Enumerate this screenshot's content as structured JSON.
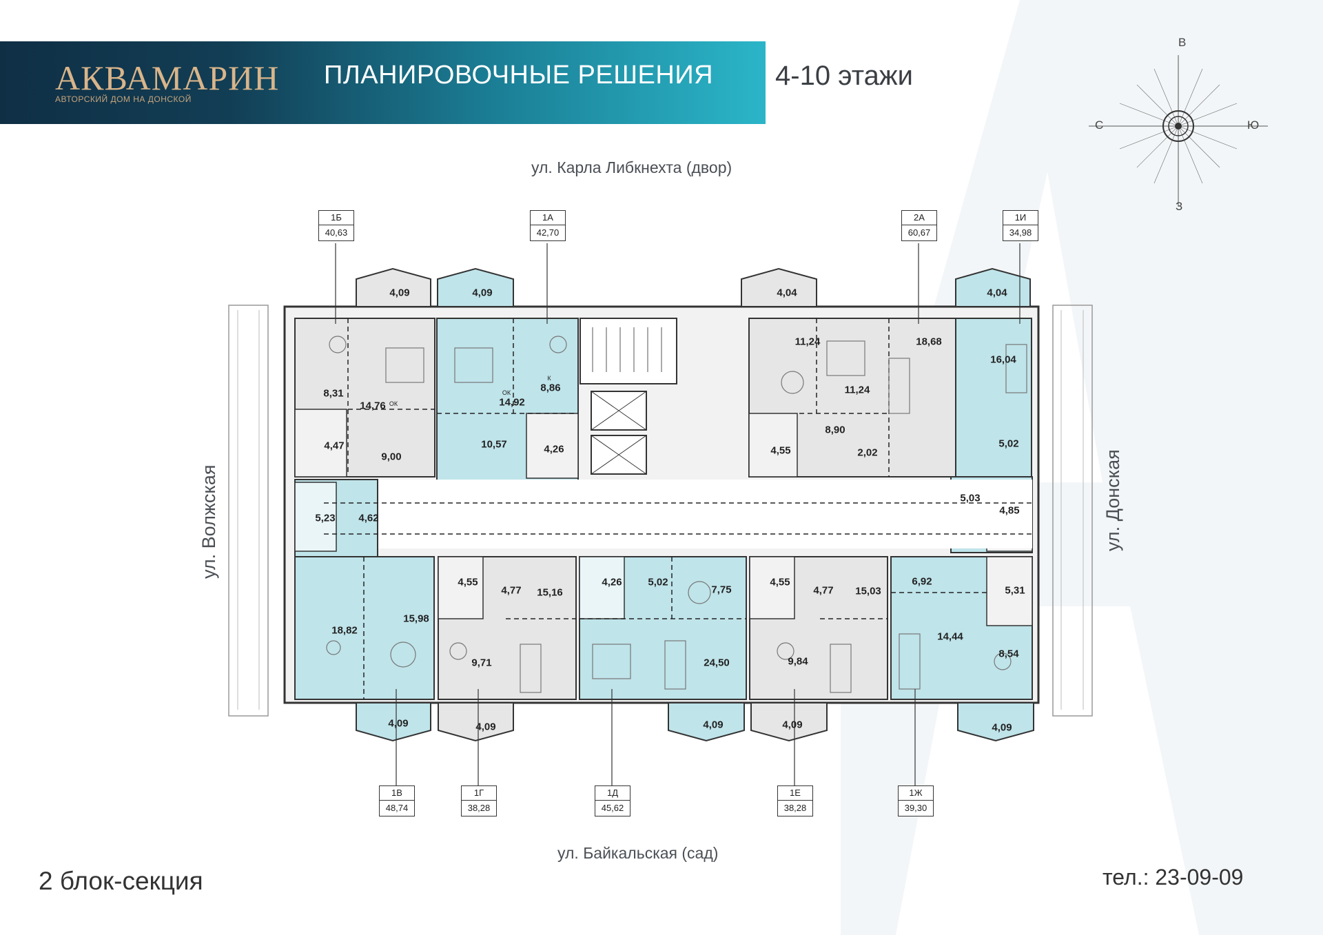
{
  "brand": {
    "name": "АКВАМАРИН",
    "subtitle": "АВТОРСКИЙ ДОМ НА ДОНСКОЙ"
  },
  "banner_title": "ПЛАНИРОВОЧНЫЕ РЕШЕНИЯ",
  "floors": "4-10 этажи",
  "streets": {
    "top": "ул. Карла Либкнехта (двор)",
    "bottom": "ул. Байкальская (сад)",
    "left": "ул. Волжская",
    "right": "ул. Донская"
  },
  "compass": {
    "north": "В",
    "south": "З",
    "west": "С",
    "east": "Ю"
  },
  "section": "2 блок-секция",
  "phone": "тел.: 23-09-09",
  "apartments": [
    {
      "code": "1Б",
      "area": "40,63"
    },
    {
      "code": "1А",
      "area": "42,70"
    },
    {
      "code": "2А",
      "area": "60,67"
    },
    {
      "code": "1И",
      "area": "34,98"
    },
    {
      "code": "1В",
      "area": "48,74"
    },
    {
      "code": "1Г",
      "area": "38,28"
    },
    {
      "code": "1Д",
      "area": "45,62"
    },
    {
      "code": "1Е",
      "area": "38,28"
    },
    {
      "code": "1Ж",
      "area": "39,30"
    }
  ],
  "rooms": {
    "balcony_top": [
      "4,09",
      "4,09",
      "4,04",
      "4,04"
    ],
    "balcony_bottom": [
      "4,09",
      "4,09",
      "4,09",
      "4,09",
      "4,09"
    ],
    "upper": [
      "8,31",
      "14,76",
      "4,47",
      "9,00",
      "14,92",
      "8,86",
      "10,57",
      "4,26",
      "11,24",
      "11,24",
      "18,68",
      "4,55",
      "8,90",
      "2,02",
      "16,04",
      "5,02",
      "5,03",
      "4,85"
    ],
    "corridor": [
      "5,23",
      "4,62"
    ],
    "lower": [
      "18,82",
      "15,98",
      "4,55",
      "4,77",
      "15,16",
      "9,71",
      "4,26",
      "5,02",
      "7,75",
      "24,50",
      "4,55",
      "4,77",
      "15,03",
      "9,84",
      "6,92",
      "5,31",
      "14,44",
      "8,54"
    ]
  },
  "room_marks": {
    "ok1": "ОК",
    "ok2": "ОК",
    "k": "К"
  },
  "colors": {
    "accent_teal": "#bfe4ea",
    "room_gray": "#e6e6e6",
    "banner_dark": "#0f2f45",
    "banner_light": "#2bb5c8",
    "gold": "#d9b58a"
  }
}
